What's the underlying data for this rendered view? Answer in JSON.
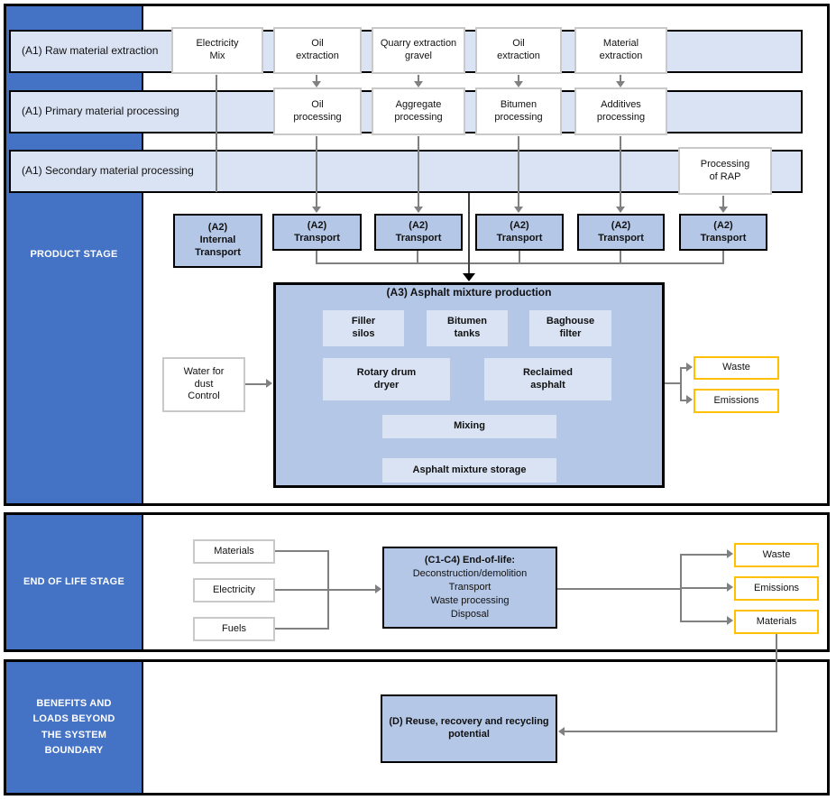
{
  "product_stage": {
    "sidebar_label": "PRODUCT STAGE",
    "row_labels": [
      "(A1) Raw material extraction",
      "(A1) Primary material processing",
      "(A1) Secondary material processing"
    ],
    "extraction_boxes": [
      "Electricity\nMix",
      "Oil\nextraction",
      "Quarry extraction\ngravel",
      "Oil\nextraction",
      "Material\nextraction"
    ],
    "processing_boxes": [
      "Oil\nprocessing",
      "Aggregate\nprocessing",
      "Bitumen\nprocessing",
      "Additives\nprocessing"
    ],
    "rap_box": "Processing\nof RAP",
    "transport_boxes": [
      "(A2)\nInternal\nTransport",
      "(A2)\nTransport",
      "(A2)\nTransport",
      "(A2)\nTransport",
      "(A2)\nTransport",
      "(A2)\nTransport"
    ],
    "a3": {
      "title": "(A3) Asphalt mixture production",
      "units": [
        "Filler\nsilos",
        "Bitumen\ntanks",
        "Baghouse\nfilter",
        "Rotary drum\ndryer",
        "Reclaimed\nasphalt",
        "Mixing",
        "Asphalt mixture storage"
      ]
    },
    "water_box": "Water for\ndust\nControl",
    "outputs": [
      "Waste",
      "Emissions"
    ]
  },
  "end_of_life": {
    "sidebar_label": "END OF LIFE STAGE",
    "inputs": [
      "Materials",
      "Electricity",
      "Fuels"
    ],
    "process": {
      "title": "(C1-C4) End-of-life:",
      "steps": "Deconstruction/demolition\nTransport\nWaste processing\nDisposal"
    },
    "outputs": [
      "Waste",
      "Emissions",
      "Materials"
    ]
  },
  "benefits": {
    "sidebar_label": "BENEFITS AND\nLOADS BEYOND\nTHE SYSTEM\nBOUNDARY",
    "d_box": "(D) Reuse, recovery and recycling\npotential"
  },
  "colors": {
    "sidebar_blue": "#4472C4",
    "row_light_blue": "#DAE3F3",
    "process_blue": "#B4C7E7",
    "output_yellow": "#FFC000",
    "arrow_gray": "#808080"
  }
}
